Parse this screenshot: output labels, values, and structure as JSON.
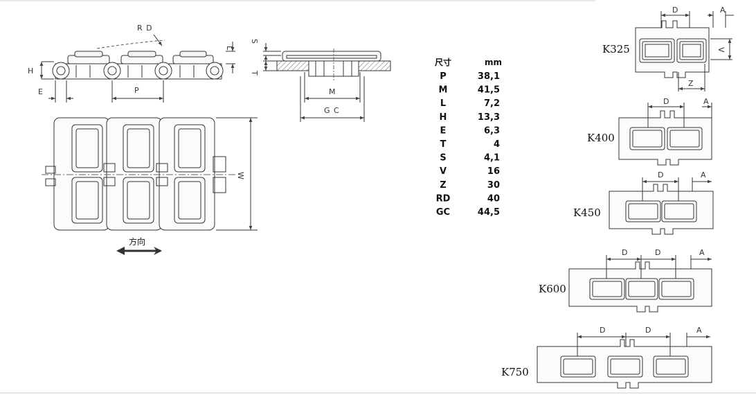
{
  "main_view": {
    "dim_labels": {
      "RD": "R D",
      "H": "H",
      "E": "E",
      "P": "P",
      "W": "W"
    },
    "direction_label": "方向"
  },
  "side_view": {
    "dim_labels": {
      "S": "S",
      "L": "L",
      "T": "T",
      "M": "M",
      "GC": "G C"
    }
  },
  "spec_table": {
    "header_param": "尺寸",
    "header_unit": "mm",
    "rows": [
      {
        "param": "P",
        "value": "38,1"
      },
      {
        "param": "M",
        "value": "41,5"
      },
      {
        "param": "L",
        "value": "7,2"
      },
      {
        "param": "H",
        "value": "13,3"
      },
      {
        "param": "E",
        "value": "6,3"
      },
      {
        "param": "T",
        "value": "4"
      },
      {
        "param": "S",
        "value": "4,1"
      },
      {
        "param": "V",
        "value": "16"
      },
      {
        "param": "Z",
        "value": "30"
      },
      {
        "param": "RD",
        "value": "40"
      },
      {
        "param": "GC",
        "value": "44,5"
      }
    ]
  },
  "variants": [
    {
      "code": "K325",
      "dims": [
        "D",
        "A",
        "V",
        "Z"
      ]
    },
    {
      "code": "K400",
      "dims": [
        "D",
        "A"
      ]
    },
    {
      "code": "K450",
      "dims": [
        "D",
        "A"
      ]
    },
    {
      "code": "K600",
      "dims": [
        "D",
        "D",
        "A"
      ]
    },
    {
      "code": "K750",
      "dims": [
        "D",
        "D",
        "A"
      ]
    }
  ]
}
